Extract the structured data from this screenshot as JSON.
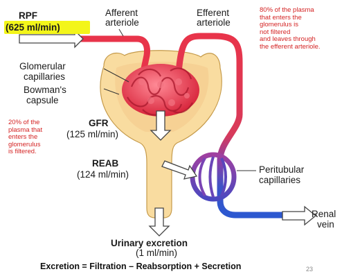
{
  "labels": {
    "rpf_title": "RPF",
    "rpf_value": "(625 ml/min)",
    "afferent_1": "Afferent",
    "afferent_2": "arteriole",
    "efferent_1": "Efferent",
    "efferent_2": "arteriole",
    "glomerular_1": "Glomerular",
    "glomerular_2": "capillaries",
    "bowmans_1": "Bowman's",
    "bowmans_2": "capsule",
    "gfr_title": "GFR",
    "gfr_value": "(125 ml/min)",
    "reab_title": "REAB",
    "reab_value": "(124 ml/min)",
    "peritubular_1": "Peritubular",
    "peritubular_2": "capillaries",
    "renal_1": "Renal",
    "renal_2": "vein",
    "urinary_title": "Urinary excretion",
    "urinary_value": "(1 ml/min)"
  },
  "notes": {
    "efferent_note": [
      "80% of the plasma",
      "that enters the",
      "glomerulus is",
      "not filtered",
      "and leaves through",
      "the efferent arteriole."
    ],
    "filtered_note": [
      "20% of the",
      "plasma that",
      "enters the",
      "glomerulus",
      "is filtered."
    ]
  },
  "equation": "Excretion = Filtration – Reabsorption + Secretion",
  "page_number": "23",
  "colors": {
    "capsule_fill": "#f9dca0",
    "capsule_stroke": "#c59a4a",
    "artery_red": "#e8344a",
    "vein_blue": "#2c58d0",
    "highlight": "#f3f51a",
    "note_red": "#d42323"
  }
}
